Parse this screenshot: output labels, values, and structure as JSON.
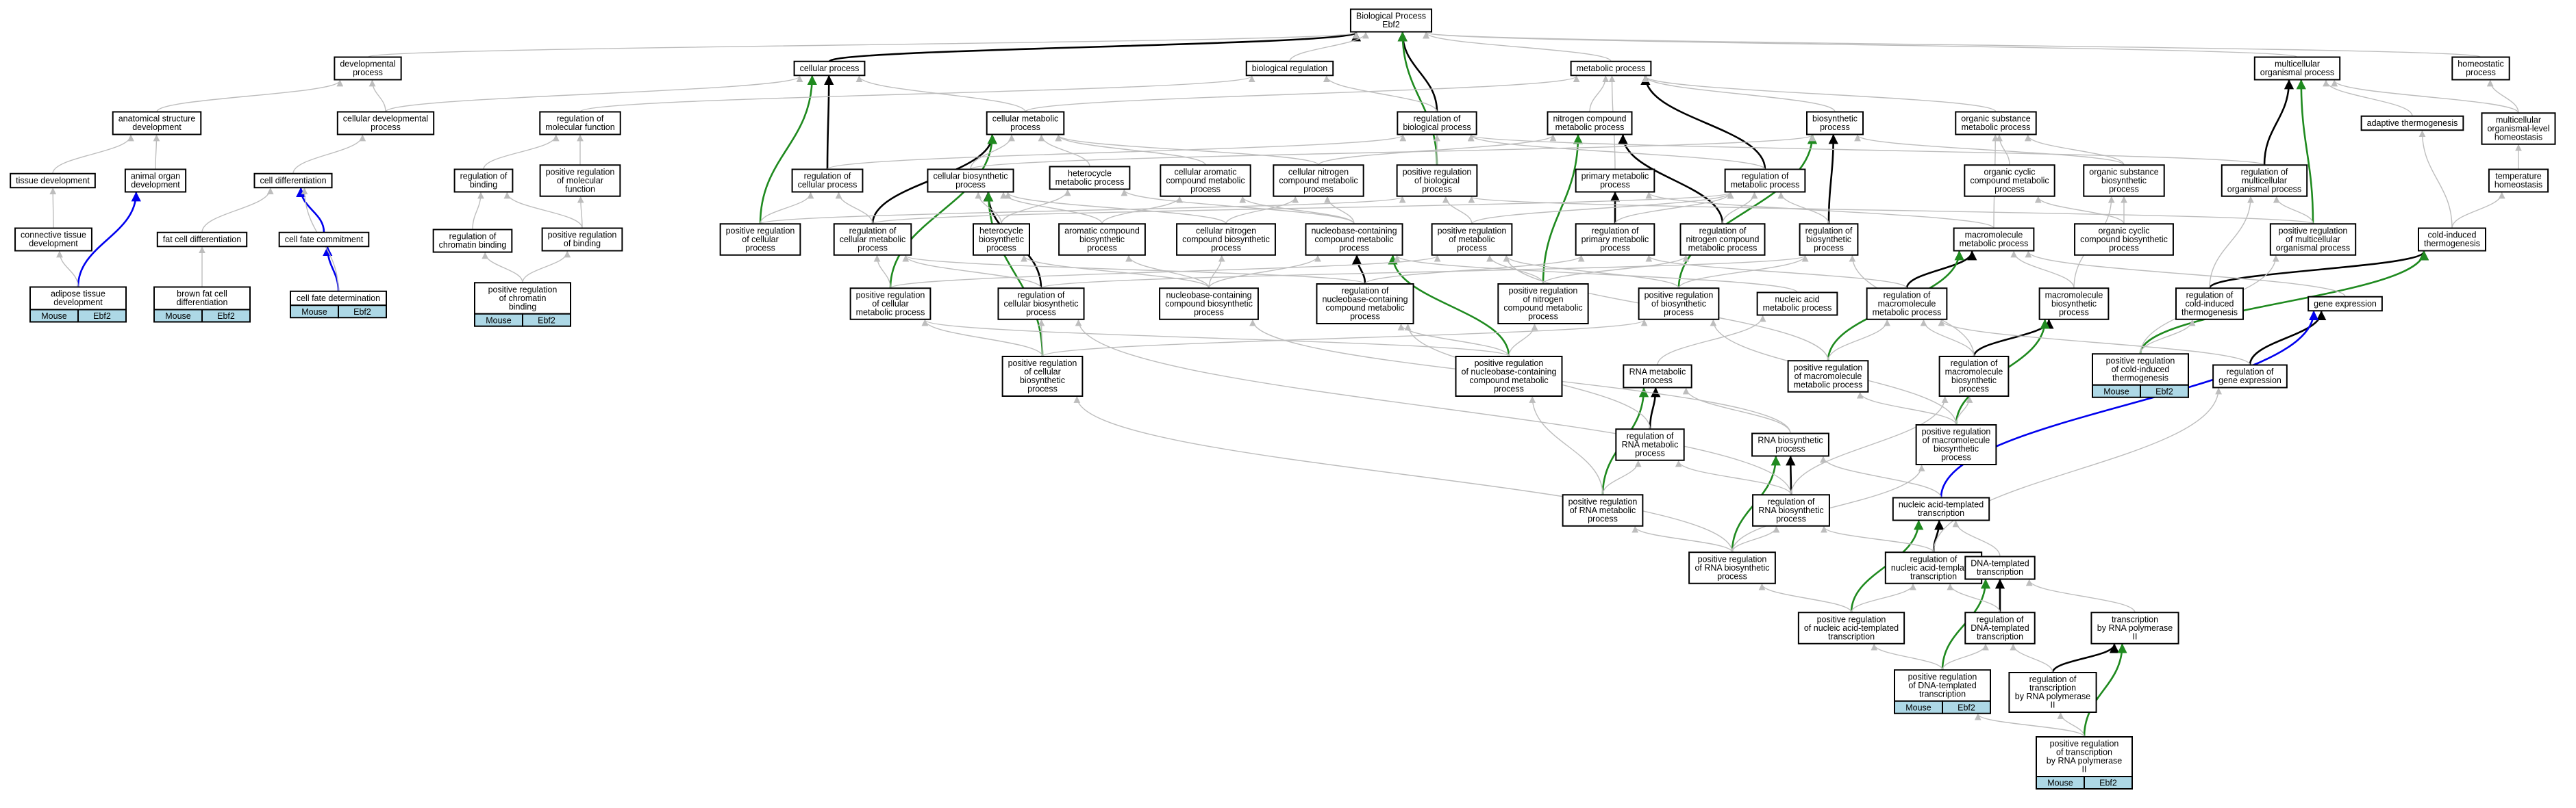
{
  "graph": {
    "nodes": {
      "bp": [
        "Biological Process",
        "Ebf2"
      ],
      "dev": [
        "developmental",
        "process"
      ],
      "cp": [
        "cellular process"
      ],
      "breg": [
        "biological regulation"
      ],
      "mp": [
        "metabolic process"
      ],
      "mop": [
        "multicellular",
        "organismal process"
      ],
      "homeo": [
        "homeostatic",
        "process"
      ],
      "asd": [
        "anatomical structure",
        "development"
      ],
      "cdp": [
        "cellular developmental",
        "process"
      ],
      "rmf": [
        "regulation of",
        "molecular function"
      ],
      "cmp": [
        "cellular metabolic",
        "process"
      ],
      "rbp": [
        "regulation of",
        "biological process"
      ],
      "ncmp": [
        "nitrogen compound",
        "metabolic process"
      ],
      "bsp": [
        "biosynthetic",
        "process"
      ],
      "osmp": [
        "organic substance",
        "metabolic process"
      ],
      "athermo": [
        "adaptive thermogenesis"
      ],
      "molh": [
        "multicellular",
        "organismal-level",
        "homeostasis"
      ],
      "td": [
        "tissue development"
      ],
      "aod": [
        "animal organ",
        "development"
      ],
      "cdiff": [
        "cell differentiation"
      ],
      "rbind": [
        "regulation of",
        "binding"
      ],
      "prmf": [
        "positive regulation",
        "of molecular",
        "function"
      ],
      "rcp": [
        "regulation of",
        "cellular process"
      ],
      "cbsp": [
        "cellular biosynthetic",
        "process"
      ],
      "hmp": [
        "heterocycle",
        "metabolic process"
      ],
      "cacmp": [
        "cellular aromatic",
        "compound metabolic",
        "process"
      ],
      "cncmp": [
        "cellular nitrogen",
        "compound metabolic",
        "process"
      ],
      "prbp": [
        "positive regulation",
        "of biological",
        "process"
      ],
      "pmp": [
        "primary metabolic",
        "process"
      ],
      "rmp": [
        "regulation of",
        "metabolic process"
      ],
      "occmp": [
        "organic cyclic",
        "compound metabolic",
        "process"
      ],
      "osbp": [
        "organic substance",
        "biosynthetic",
        "process"
      ],
      "rmop": [
        "regulation of",
        "multicellular",
        "organismal process"
      ],
      "th": [
        "temperature",
        "homeostasis"
      ],
      "ctd": [
        "connective tissue",
        "development"
      ],
      "fcd": [
        "fat cell differentiation"
      ],
      "cfc": [
        "cell fate commitment"
      ],
      "rcb": [
        "regulation of",
        "chromatin binding"
      ],
      "prb": [
        "positive regulation",
        "of binding"
      ],
      "prcp": [
        "positive regulation",
        "of cellular",
        "process"
      ],
      "rcmp": [
        "regulation of",
        "cellular metabolic",
        "process"
      ],
      "hbp": [
        "heterocycle",
        "biosynthetic",
        "process"
      ],
      "acbp": [
        "aromatic compound",
        "biosynthetic",
        "process"
      ],
      "cncbp": [
        "cellular nitrogen",
        "compound biosynthetic",
        "process"
      ],
      "nccmp": [
        "nucleobase-containing",
        "compound metabolic",
        "process"
      ],
      "prmp": [
        "positive regulation",
        "of metabolic",
        "process"
      ],
      "rpmp": [
        "regulation of",
        "primary metabolic",
        "process"
      ],
      "rncmp": [
        "regulation of",
        "nitrogen compound",
        "metabolic process"
      ],
      "rbsp": [
        "regulation of",
        "biosynthetic",
        "process"
      ],
      "mmp": [
        "macromolecule",
        "metabolic process"
      ],
      "occbp": [
        "organic cyclic",
        "compound biosynthetic",
        "process"
      ],
      "prmop": [
        "positive regulation",
        "of multicellular",
        "organismal process"
      ],
      "cit": [
        "cold-induced",
        "thermogenesis"
      ],
      "atd": [
        "adipose tissue",
        "development"
      ],
      "bfcd": [
        "brown fat cell",
        "differentiation"
      ],
      "cfd": [
        "cell fate determination"
      ],
      "prcb": [
        "positive regulation",
        "of chromatin",
        "binding"
      ],
      "prcmp": [
        "positive regulation",
        "of cellular",
        "metabolic process"
      ],
      "rcbp": [
        "regulation of",
        "cellular biosynthetic",
        "process"
      ],
      "nccbp": [
        "nucleobase-containing",
        "compound biosynthetic",
        "process"
      ],
      "rnccmp": [
        "regulation of",
        "nucleobase-containing",
        "compound metabolic",
        "process"
      ],
      "prncmp": [
        "positive regulation",
        "of nitrogen",
        "compound metabolic",
        "process"
      ],
      "prbsp": [
        "positive regulation",
        "of biosynthetic",
        "process"
      ],
      "namp": [
        "nucleic acid",
        "metabolic process"
      ],
      "rmmp": [
        "regulation of",
        "macromolecule",
        "metabolic process"
      ],
      "mbp": [
        "macromolecule",
        "biosynthetic",
        "process"
      ],
      "rcit": [
        "regulation of",
        "cold-induced",
        "thermogenesis"
      ],
      "ge": [
        "gene expression"
      ],
      "prcit": [
        "positive regulation",
        "of cold-induced",
        "thermogenesis"
      ],
      "prcbp": [
        "positive regulation",
        "of cellular",
        "biosynthetic",
        "process"
      ],
      "prnccmp": [
        "positive regulation",
        "of nucleobase-containing",
        "compound metabolic",
        "process"
      ],
      "rnamp": [
        "RNA metabolic",
        "process"
      ],
      "prmmp": [
        "positive regulation",
        "of macromolecule",
        "metabolic process"
      ],
      "rmbp": [
        "regulation of",
        "macromolecule",
        "biosynthetic",
        "process"
      ],
      "rge": [
        "regulation of",
        "gene expression"
      ],
      "rrnamp": [
        "regulation of",
        "RNA metabolic",
        "process"
      ],
      "rnabp": [
        "RNA biosynthetic",
        "process"
      ],
      "prmbp": [
        "positive regulation",
        "of macromolecule",
        "biosynthetic",
        "process"
      ],
      "prrnamp": [
        "positive regulation",
        "of RNA metabolic",
        "process"
      ],
      "rrnabp": [
        "regulation of",
        "RNA biosynthetic",
        "process"
      ],
      "natt": [
        "nucleic acid-templated",
        "transcription"
      ],
      "prrnabp": [
        "positive regulation",
        "of RNA biosynthetic",
        "process"
      ],
      "rnatt": [
        "regulation of",
        "nucleic acid-templated",
        "transcription"
      ],
      "dtt": [
        "DNA-templated",
        "transcription"
      ],
      "prnatt": [
        "positive regulation",
        "of nucleic acid-templated",
        "transcription"
      ],
      "rdtt": [
        "regulation of",
        "DNA-templated",
        "transcription"
      ],
      "tpol2": [
        "transcription",
        "by RNA polymerase",
        "II"
      ],
      "prdtt": [
        "positive regulation",
        "of DNA-templated",
        "transcription"
      ],
      "rtpol2": [
        "regulation of",
        "transcription",
        "by RNA polymerase",
        "II"
      ],
      "prtpol2": [
        "positive regulation",
        "of transcription",
        "by RNA polymerase",
        "II"
      ]
    },
    "annotations": {
      "atd": [
        "Mouse",
        "Ebf2"
      ],
      "bfcd": [
        "Mouse",
        "Ebf2"
      ],
      "cfd": [
        "Mouse",
        "Ebf2"
      ],
      "prcb": [
        "Mouse",
        "Ebf2"
      ],
      "prcit": [
        "Mouse",
        "Ebf2"
      ],
      "prdtt": [
        "Mouse",
        "Ebf2"
      ],
      "prtpol2": [
        "Mouse",
        "Ebf2"
      ]
    },
    "edges": [
      [
        "black",
        "cp",
        "bp"
      ],
      [
        "black",
        "rbp",
        "bp"
      ],
      [
        "green",
        "prbp",
        "bp"
      ],
      [
        "black",
        "rcp",
        "cp"
      ],
      [
        "green",
        "prcp",
        "cp"
      ],
      [
        "black",
        "rmp",
        "mp"
      ],
      [
        "black",
        "rncmp",
        "ncmp"
      ],
      [
        "green",
        "prncmp",
        "ncmp"
      ],
      [
        "black",
        "rmop",
        "mop"
      ],
      [
        "green",
        "prmop",
        "mop"
      ],
      [
        "black",
        "rcmp",
        "cmp"
      ],
      [
        "green",
        "prcmp",
        "cmp"
      ],
      [
        "black",
        "rbsp",
        "bsp"
      ],
      [
        "green",
        "prbsp",
        "bsp"
      ],
      [
        "black",
        "rpmp",
        "pmp"
      ],
      [
        "black",
        "rcbp",
        "cbsp"
      ],
      [
        "green",
        "prcbp",
        "cbsp"
      ],
      [
        "black",
        "rnccmp",
        "nccmp"
      ],
      [
        "green",
        "prnccmp",
        "nccmp"
      ],
      [
        "black",
        "rmmp",
        "mmp"
      ],
      [
        "green",
        "prmmp",
        "mmp"
      ],
      [
        "black",
        "rmbp",
        "mbp"
      ],
      [
        "green",
        "prmbp",
        "mbp"
      ],
      [
        "black",
        "rcit",
        "cit"
      ],
      [
        "green",
        "prcit",
        "cit"
      ],
      [
        "black",
        "rge",
        "ge"
      ],
      [
        "black",
        "rrnamp",
        "rnamp"
      ],
      [
        "green",
        "prrnamp",
        "rnamp"
      ],
      [
        "black",
        "rrnabp",
        "rnabp"
      ],
      [
        "green",
        "prrnabp",
        "rnabp"
      ],
      [
        "black",
        "rnatt",
        "natt"
      ],
      [
        "green",
        "prnatt",
        "natt"
      ],
      [
        "black",
        "rdtt",
        "dtt"
      ],
      [
        "green",
        "prdtt",
        "dtt"
      ],
      [
        "black",
        "rtpol2",
        "tpol2"
      ],
      [
        "green",
        "prtpol2",
        "tpol2"
      ],
      [
        "blue",
        "atd",
        "aod"
      ],
      [
        "blue",
        "cfd",
        "cfc"
      ],
      [
        "blue",
        "cfc",
        "cdiff"
      ],
      [
        "blue",
        "natt",
        "ge"
      ],
      [
        "grey",
        "dev",
        "bp"
      ],
      [
        "grey",
        "breg",
        "bp"
      ],
      [
        "grey",
        "mp",
        "bp"
      ],
      [
        "grey",
        "mop",
        "bp"
      ],
      [
        "grey",
        "homeo",
        "bp"
      ],
      [
        "grey",
        "asd",
        "dev"
      ],
      [
        "grey",
        "cdp",
        "dev"
      ],
      [
        "grey",
        "cdp",
        "cp"
      ],
      [
        "grey",
        "rmf",
        "breg"
      ],
      [
        "grey",
        "rbp",
        "breg"
      ],
      [
        "grey",
        "cmp",
        "cp"
      ],
      [
        "grey",
        "cmp",
        "mp"
      ],
      [
        "grey",
        "ncmp",
        "mp"
      ],
      [
        "grey",
        "bsp",
        "mp"
      ],
      [
        "grey",
        "osmp",
        "mp"
      ],
      [
        "grey",
        "athermo",
        "mop"
      ],
      [
        "grey",
        "molh",
        "homeo"
      ],
      [
        "grey",
        "molh",
        "mop"
      ],
      [
        "grey",
        "td",
        "asd"
      ],
      [
        "grey",
        "aod",
        "asd"
      ],
      [
        "grey",
        "cdiff",
        "cdp"
      ],
      [
        "grey",
        "rbind",
        "rmf"
      ],
      [
        "grey",
        "prmf",
        "rmf"
      ],
      [
        "grey",
        "rcp",
        "rbp"
      ],
      [
        "grey",
        "cbsp",
        "cmp"
      ],
      [
        "grey",
        "cbsp",
        "bsp"
      ],
      [
        "grey",
        "hmp",
        "cmp"
      ],
      [
        "grey",
        "cacmp",
        "cmp"
      ],
      [
        "grey",
        "cncmp",
        "cmp"
      ],
      [
        "grey",
        "cncmp",
        "ncmp"
      ],
      [
        "grey",
        "prbp",
        "rbp"
      ],
      [
        "grey",
        "pmp",
        "mp"
      ],
      [
        "grey",
        "rmp",
        "rbp"
      ],
      [
        "grey",
        "occmp",
        "osmp"
      ],
      [
        "grey",
        "osbp",
        "osmp"
      ],
      [
        "grey",
        "osbp",
        "bsp"
      ],
      [
        "grey",
        "rmop",
        "rbp"
      ],
      [
        "grey",
        "th",
        "molh"
      ],
      [
        "grey",
        "ctd",
        "td"
      ],
      [
        "grey",
        "fcd",
        "cdiff"
      ],
      [
        "grey",
        "rcb",
        "rbind"
      ],
      [
        "grey",
        "prb",
        "rbind"
      ],
      [
        "grey",
        "prb",
        "prmf"
      ],
      [
        "grey",
        "prcp",
        "rcp"
      ],
      [
        "grey",
        "prcp",
        "prbp"
      ],
      [
        "grey",
        "rcmp",
        "rcp"
      ],
      [
        "grey",
        "rcmp",
        "rmp"
      ],
      [
        "grey",
        "hbp",
        "hmp"
      ],
      [
        "grey",
        "hbp",
        "cbsp"
      ],
      [
        "grey",
        "acbp",
        "cacmp"
      ],
      [
        "grey",
        "acbp",
        "cbsp"
      ],
      [
        "grey",
        "cncbp",
        "cncmp"
      ],
      [
        "grey",
        "cncbp",
        "cbsp"
      ],
      [
        "grey",
        "nccmp",
        "hmp"
      ],
      [
        "grey",
        "nccmp",
        "cacmp"
      ],
      [
        "grey",
        "nccmp",
        "cncmp"
      ],
      [
        "grey",
        "prmp",
        "rmp"
      ],
      [
        "grey",
        "prmp",
        "prbp"
      ],
      [
        "grey",
        "rpmp",
        "rmp"
      ],
      [
        "grey",
        "rncmp",
        "rmp"
      ],
      [
        "grey",
        "rbsp",
        "rmp"
      ],
      [
        "grey",
        "mmp",
        "pmp"
      ],
      [
        "grey",
        "mmp",
        "osmp"
      ],
      [
        "grey",
        "occbp",
        "occmp"
      ],
      [
        "grey",
        "occbp",
        "osbp"
      ],
      [
        "grey",
        "prmop",
        "rmop"
      ],
      [
        "grey",
        "prmop",
        "prbp"
      ],
      [
        "grey",
        "cit",
        "athermo"
      ],
      [
        "grey",
        "cit",
        "th"
      ],
      [
        "grey",
        "atd",
        "ctd"
      ],
      [
        "grey",
        "bfcd",
        "fcd"
      ],
      [
        "grey",
        "cfd",
        "cdiff"
      ],
      [
        "grey",
        "prcb",
        "rcb"
      ],
      [
        "grey",
        "prcb",
        "prb"
      ],
      [
        "grey",
        "prcmp",
        "rcmp"
      ],
      [
        "grey",
        "prcmp",
        "prmp"
      ],
      [
        "grey",
        "rcbp",
        "rcmp"
      ],
      [
        "grey",
        "rcbp",
        "rbsp"
      ],
      [
        "grey",
        "nccbp",
        "nccmp"
      ],
      [
        "grey",
        "nccbp",
        "hbp"
      ],
      [
        "grey",
        "nccbp",
        "acbp"
      ],
      [
        "grey",
        "nccbp",
        "cncbp"
      ],
      [
        "grey",
        "rnccmp",
        "rcmp"
      ],
      [
        "grey",
        "rnccmp",
        "rpmp"
      ],
      [
        "grey",
        "prncmp",
        "rncmp"
      ],
      [
        "grey",
        "prncmp",
        "prmp"
      ],
      [
        "grey",
        "prbsp",
        "rbsp"
      ],
      [
        "grey",
        "prbsp",
        "prmp"
      ],
      [
        "grey",
        "namp",
        "nccmp"
      ],
      [
        "grey",
        "rmmp",
        "rpmp"
      ],
      [
        "grey",
        "mbp",
        "mmp"
      ],
      [
        "grey",
        "mbp",
        "osbp"
      ],
      [
        "grey",
        "rcit",
        "rmop"
      ],
      [
        "grey",
        "ge",
        "mmp"
      ],
      [
        "grey",
        "prcit",
        "rcit"
      ],
      [
        "grey",
        "prcit",
        "prmop"
      ],
      [
        "grey",
        "prcbp",
        "rcbp"
      ],
      [
        "grey",
        "prcbp",
        "prcmp"
      ],
      [
        "grey",
        "prcbp",
        "prbsp"
      ],
      [
        "grey",
        "prnccmp",
        "rnccmp"
      ],
      [
        "grey",
        "prnccmp",
        "prcmp"
      ],
      [
        "grey",
        "prnccmp",
        "prncmp"
      ],
      [
        "grey",
        "rnamp",
        "namp"
      ],
      [
        "grey",
        "prmmp",
        "rmmp"
      ],
      [
        "grey",
        "prmmp",
        "prmp"
      ],
      [
        "grey",
        "rmbp",
        "rmmp"
      ],
      [
        "grey",
        "rmbp",
        "rbsp"
      ],
      [
        "grey",
        "rge",
        "rmmp"
      ],
      [
        "grey",
        "rrnamp",
        "rnccmp"
      ],
      [
        "grey",
        "rnabp",
        "rnamp"
      ],
      [
        "grey",
        "rnabp",
        "nccbp"
      ],
      [
        "grey",
        "prmbp",
        "rmbp"
      ],
      [
        "grey",
        "prmbp",
        "prmmp"
      ],
      [
        "grey",
        "prmbp",
        "prbsp"
      ],
      [
        "grey",
        "prrnamp",
        "rrnamp"
      ],
      [
        "grey",
        "prrnamp",
        "prnccmp"
      ],
      [
        "grey",
        "rrnabp",
        "rrnamp"
      ],
      [
        "grey",
        "rrnabp",
        "rcbp"
      ],
      [
        "grey",
        "rrnabp",
        "rmbp"
      ],
      [
        "grey",
        "natt",
        "rnabp"
      ],
      [
        "grey",
        "prrnabp",
        "rrnabp"
      ],
      [
        "grey",
        "prrnabp",
        "prrnamp"
      ],
      [
        "grey",
        "prrnabp",
        "prcbp"
      ],
      [
        "grey",
        "prrnabp",
        "prmbp"
      ],
      [
        "grey",
        "rnatt",
        "rrnabp"
      ],
      [
        "grey",
        "rnatt",
        "rge"
      ],
      [
        "grey",
        "dtt",
        "natt"
      ],
      [
        "grey",
        "prnatt",
        "rnatt"
      ],
      [
        "grey",
        "prnatt",
        "prrnabp"
      ],
      [
        "grey",
        "rdtt",
        "rnatt"
      ],
      [
        "grey",
        "tpol2",
        "dtt"
      ],
      [
        "grey",
        "prdtt",
        "rdtt"
      ],
      [
        "grey",
        "prdtt",
        "prnatt"
      ],
      [
        "grey",
        "rtpol2",
        "rdtt"
      ],
      [
        "grey",
        "prtpol2",
        "rtpol2"
      ],
      [
        "grey",
        "prtpol2",
        "prdtt"
      ]
    ]
  }
}
